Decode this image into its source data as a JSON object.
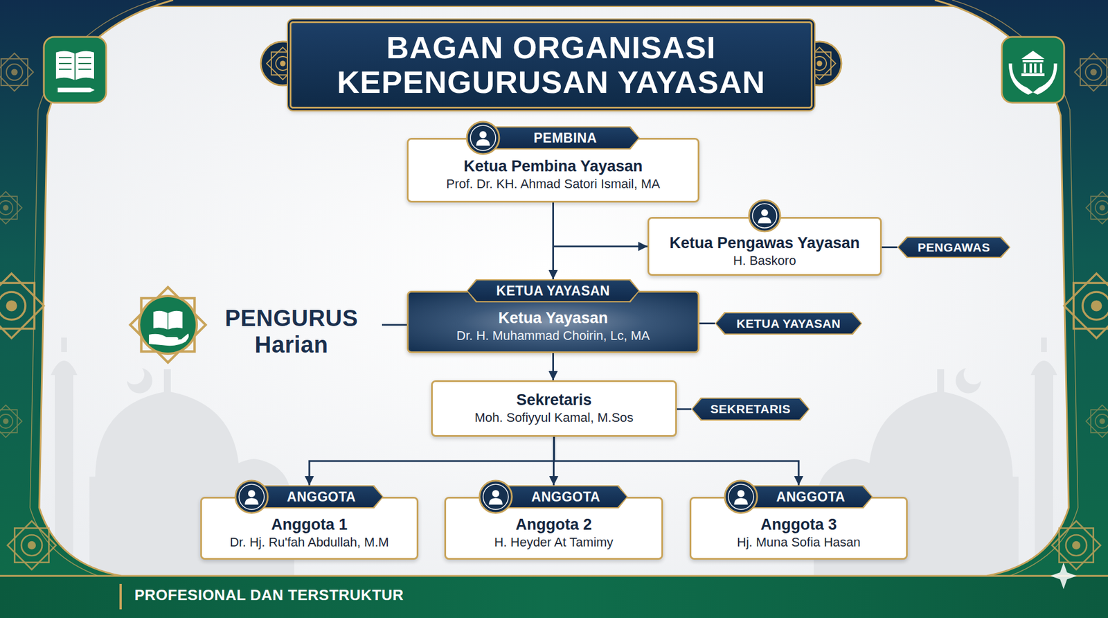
{
  "diagram": {
    "title": "BAGAN ORGANISASI KEPENGURUSAN YAYASAN",
    "nodes": [
      {
        "text": [
          "PEMBINA",
          "Ketua Pembina Yayasan",
          "Prof. Dr. KH. Ahmad Satori Ismail, MA"
        ]
      },
      {
        "text": [
          "Ketua Pengawas Yayasan",
          "H. Baskoro"
        ]
      },
      {
        "text": [
          "PENGAWAS"
        ]
      },
      {
        "text": [
          "KETUA YAYASAN",
          "Ketua Yayasan",
          "Dr. H. Muhammad Choirin, Lc, MA"
        ]
      },
      {
        "text": [
          "KETUA YAYASAN"
        ]
      },
      {
        "text": [
          "Sekretaris",
          "Moh. Sofiyyul Kamal, M.Sos"
        ]
      },
      {
        "text": [
          "SEKRETARIS"
        ]
      },
      {
        "text": [
          "ANGGOTA",
          "Anggota 1",
          "Dr. Hj. Ru'fah Abdullah, M.M"
        ]
      },
      {
        "text": [
          "ANGGOTA",
          "Anggota 2",
          "H. Heyder At Tamimy"
        ]
      },
      {
        "text": [
          "ANGGOTA",
          "Anggota 3",
          "Hj. Muna Sofia Hasan"
        ]
      }
    ],
    "edges": [
      {
        "from": 0,
        "to": 3,
        "arrow": "to"
      },
      {
        "from": 0,
        "to": 1,
        "arrow": "to"
      },
      {
        "from": 1,
        "to": 2,
        "arrow": "none"
      },
      {
        "from": 3,
        "to": 4,
        "arrow": "none"
      },
      {
        "from": 3,
        "to": 5,
        "arrow": "to"
      },
      {
        "from": 5,
        "to": 6,
        "arrow": "none"
      },
      {
        "from": 5,
        "to": 7,
        "arrow": "to"
      },
      {
        "from": 5,
        "to": 8,
        "arrow": "to"
      },
      {
        "from": 5,
        "to": 9,
        "arrow": "to"
      }
    ],
    "labels": [
      "PENGURUS",
      "Harian",
      "PROFESIONAL DAN TERSTRUKTUR"
    ]
  }
}
